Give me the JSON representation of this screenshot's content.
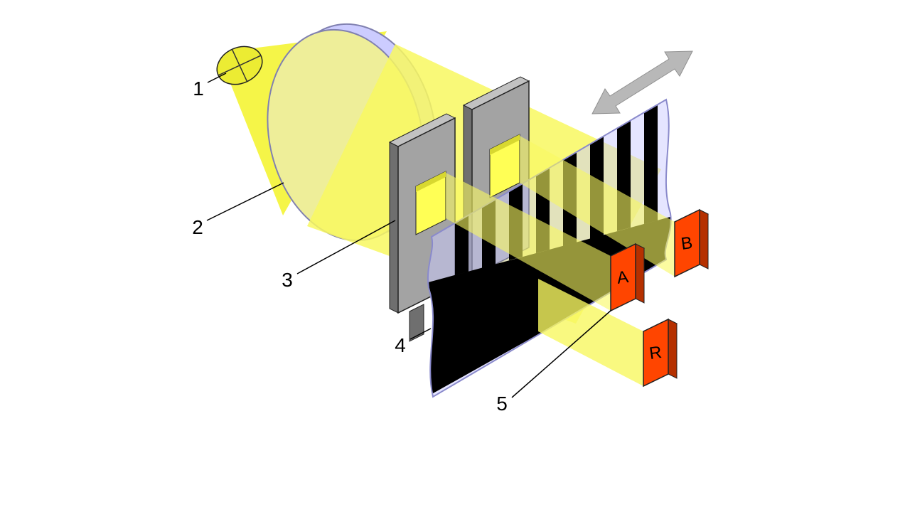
{
  "figure": {
    "background": "#ffffff",
    "callouts": [
      {
        "label": "1",
        "part": "light-source"
      },
      {
        "label": "2",
        "part": "condenser-lens"
      },
      {
        "label": "3",
        "part": "scanning-mask"
      },
      {
        "label": "4",
        "part": "graduated-scale"
      },
      {
        "label": "5",
        "part": "photodetector"
      }
    ],
    "detectors": [
      {
        "label": "A"
      },
      {
        "label": "B"
      },
      {
        "label": "R"
      }
    ],
    "colors": {
      "bulb": "#ecec33",
      "light": "#f4f43e",
      "beam": "#f8f860",
      "lens_face": "#eeee99",
      "lens_rim": "#ccccff",
      "film": "#ccccff",
      "mask": "#a3a3a3",
      "mask_dark": "#6f6f6f",
      "mask_light": "#c2c2c2",
      "hole_light": "#ffff55",
      "hole_shade": "#d8d830",
      "stripe": "#000000",
      "detector": "#ff4500",
      "detector_dark": "#b53000",
      "detector_light": "#ff7a50",
      "arrow": "#b8b8b8"
    }
  }
}
